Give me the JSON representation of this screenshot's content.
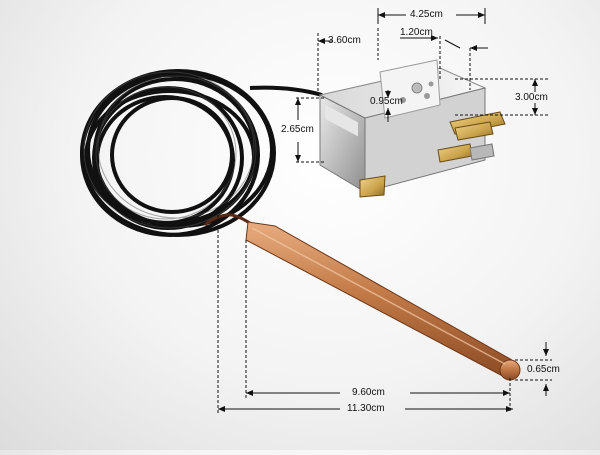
{
  "product": {
    "name": "capillary-thermostat",
    "icons": [
      "capillary-coil",
      "thermostat-body",
      "copper-sensor-bulb",
      "spade-terminals"
    ],
    "colors": {
      "capillary": "#111111",
      "copper": "#c27a47",
      "housing": "#c9c9c9",
      "terminals": "#c9a24a"
    }
  },
  "dimensions": {
    "body_length": "4.25cm",
    "body_width": "3.60cm",
    "terminal_offset": "1.20cm",
    "knob_gap": "0.95cm",
    "body_height": "3.00cm",
    "mount_height": "2.65cm",
    "bulb_diameter": "0.65cm",
    "bulb_length": "9.60cm",
    "total_sensor_length": "11.30cm"
  }
}
